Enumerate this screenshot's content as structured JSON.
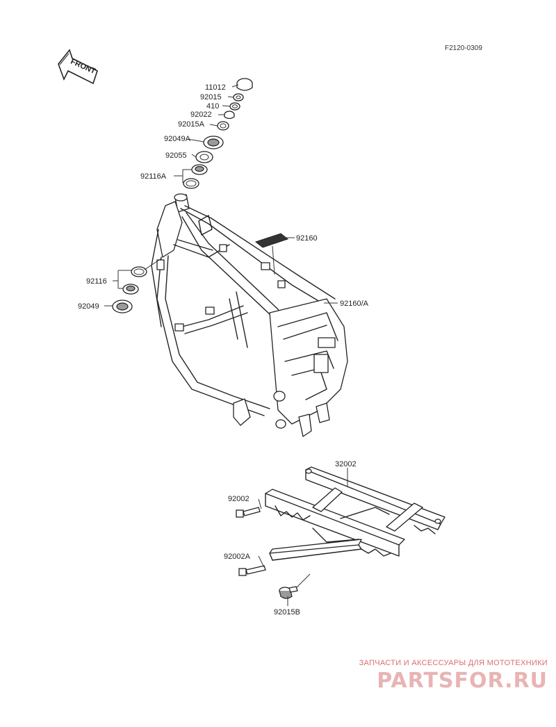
{
  "figure_code": "F2120-0309",
  "front_arrow": {
    "label": "FRONT",
    "icon": "front-arrow-icon"
  },
  "part_labels": {
    "p11012": "11012",
    "p92015": "92015",
    "p410": "410",
    "p92022": "92022",
    "p92015a": "92015A",
    "p92049a": "92049A",
    "p92055": "92055",
    "p92116a": "92116A",
    "p92160": "92160",
    "p92160a": "92160/A",
    "p92116": "92116",
    "p92049": "92049",
    "p32002": "32002",
    "p92002": "92002",
    "p92002a": "92002A",
    "p92015b": "92015B"
  },
  "watermark": {
    "tagline": "ЗАПЧАСТИ И АКСЕССУАРЫ ДЛЯ МОТОТЕХНИКИ",
    "logo": "PARTSFOR.RU"
  }
}
